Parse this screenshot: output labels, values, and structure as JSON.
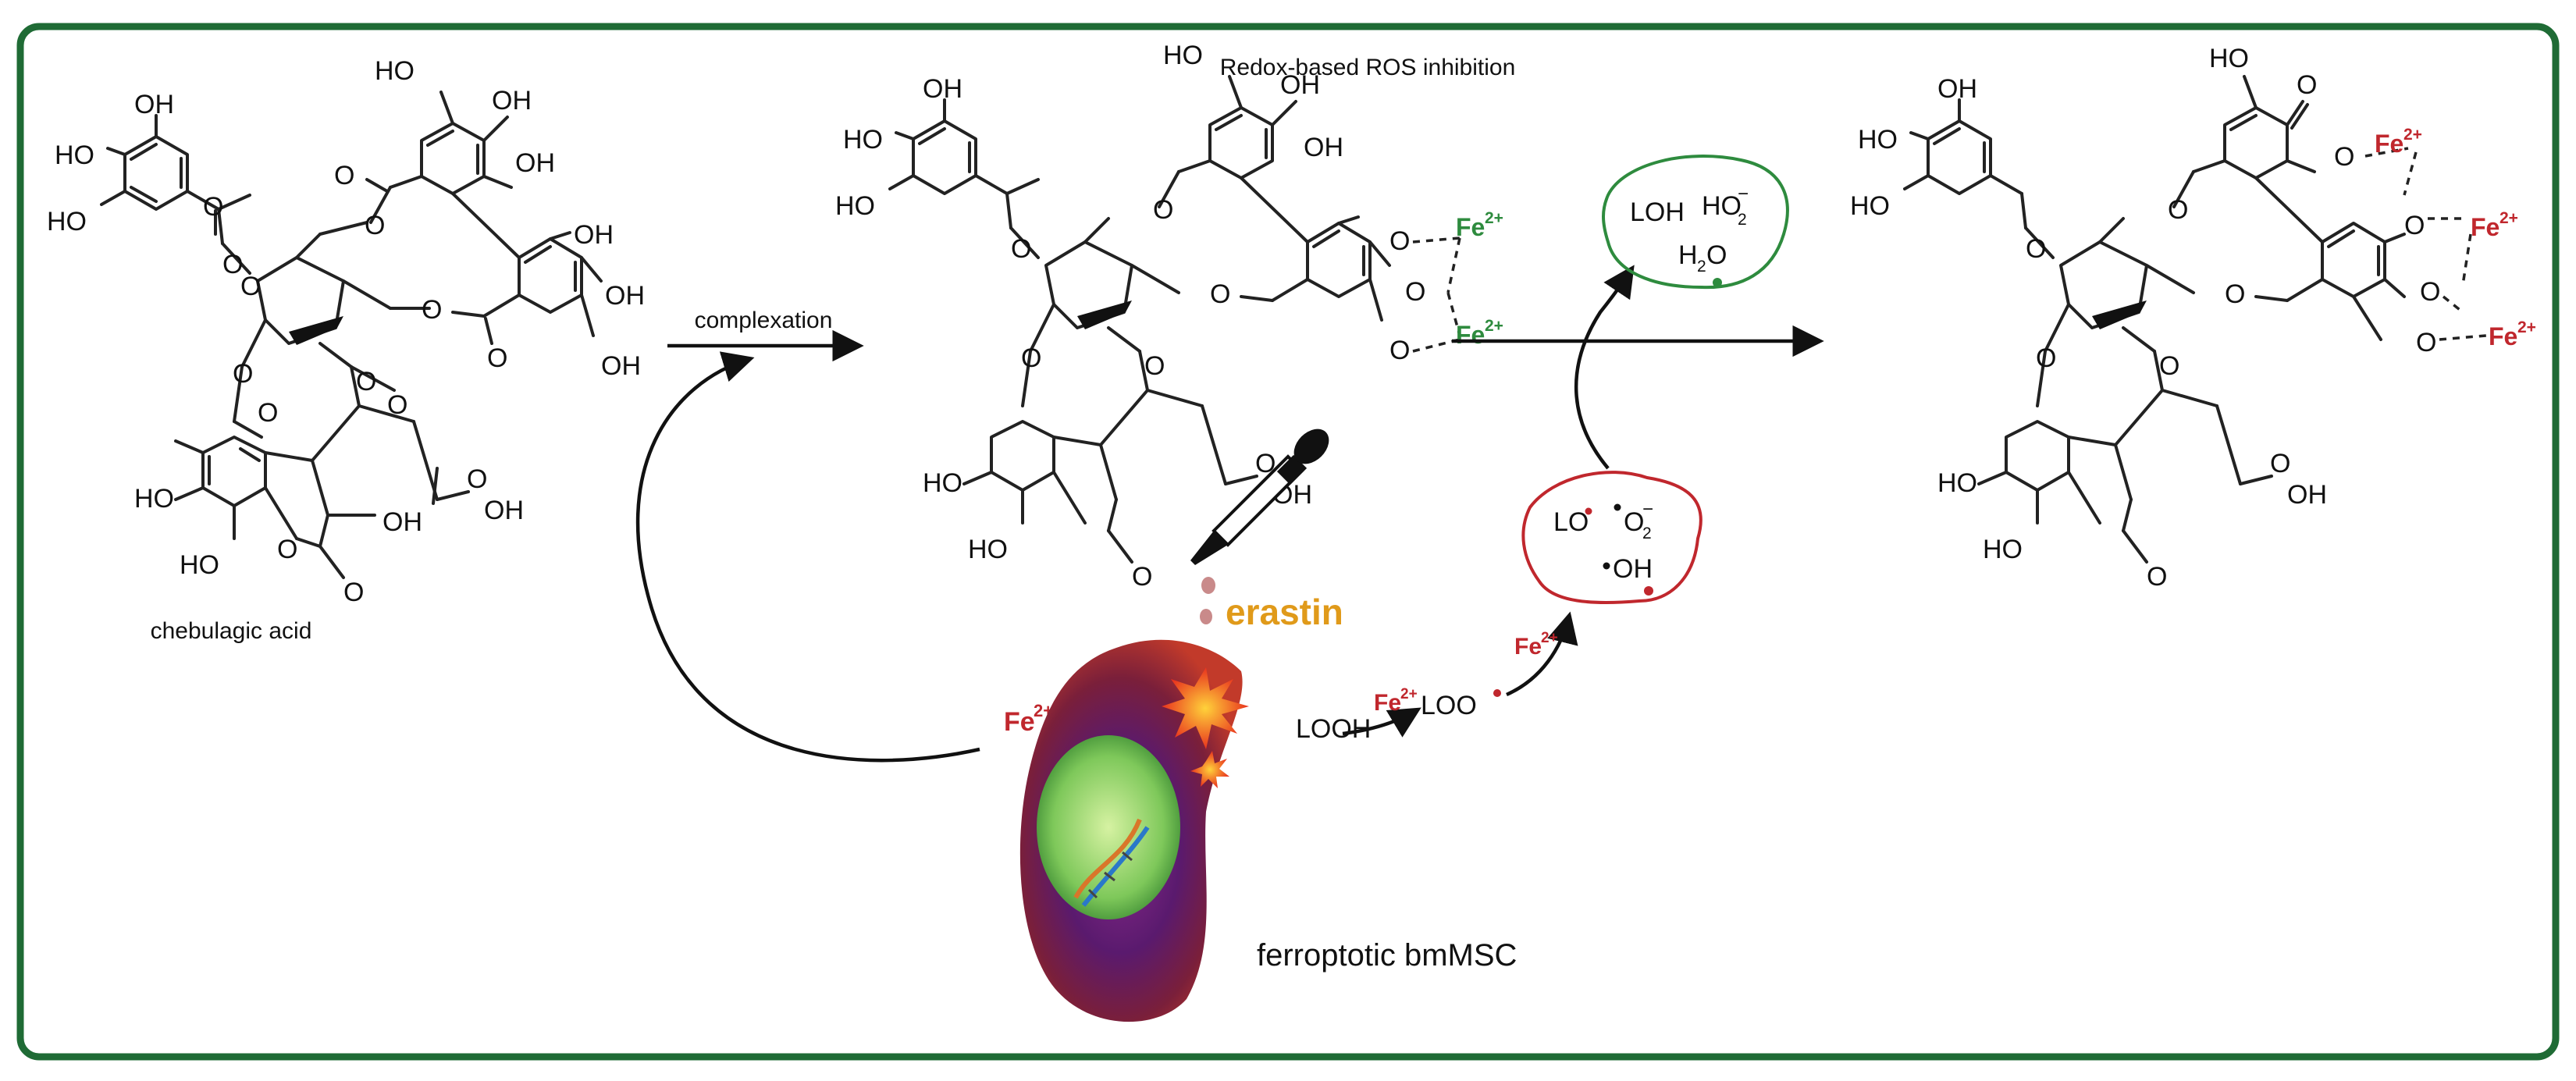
{
  "title": "Redox-based  ROS inhibition",
  "compound_label": "chebulagic acid",
  "step_label": "complexation",
  "inducer_label": "erastin",
  "cell_label": "ferroptotic bmMSC",
  "atoms": {
    "oh": "OH",
    "ho": "HO",
    "o": "O",
    "fe": "Fe",
    "fe_charge": "2+",
    "looh": "LOOH",
    "loo": "LOO",
    "lo": "LO",
    "o2": "O",
    "o2_sub": "2",
    "o2_sup": "−",
    "oh_radical": "OH",
    "loh": "LOH",
    "ho2": "HO",
    "ho2_sub": "2",
    "ho2_sup": "−",
    "h2o_h": "H",
    "h2o_sub": "2",
    "h2o_o": "O"
  },
  "colors": {
    "frame": "#1f6b35",
    "fe_bound_green": "#2e8b3e",
    "fe_red": "#c0272d",
    "erastin": "#e09a1a",
    "product_cloud": "#2e8b3e",
    "radical_cloud": "#c0272d"
  }
}
